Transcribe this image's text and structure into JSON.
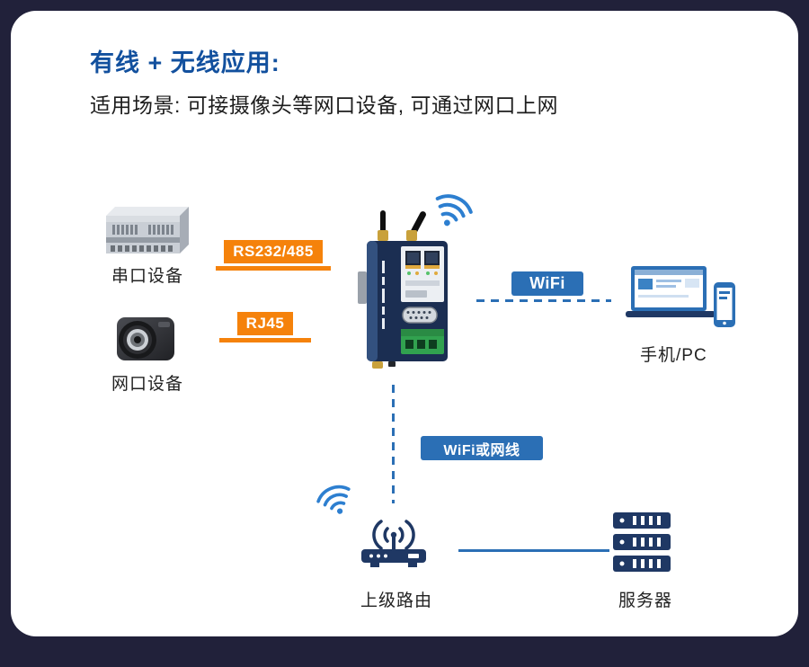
{
  "page": {
    "title": "有线 + 无线应用:",
    "subtitle": "适用场景: 可接摄像头等网口设备, 可通过网口上网"
  },
  "labels": {
    "serial_device": "串口设备",
    "network_device": "网口设备",
    "phone_pc": "手机/PC",
    "upstream_router": "上级路由",
    "server": "服务器"
  },
  "connections": {
    "rs232": "RS232/485",
    "rj45": "RJ45",
    "wifi": "WiFi",
    "wifi_or_cable": "WiFi或网线"
  },
  "colors": {
    "background": "#21213a",
    "card": "#ffffff",
    "title": "#12509e",
    "orange": "#f5820b",
    "blue": "#2b6fb5",
    "icon_navy": "#1f3864",
    "wifi_blue": "#2d7fd0"
  }
}
